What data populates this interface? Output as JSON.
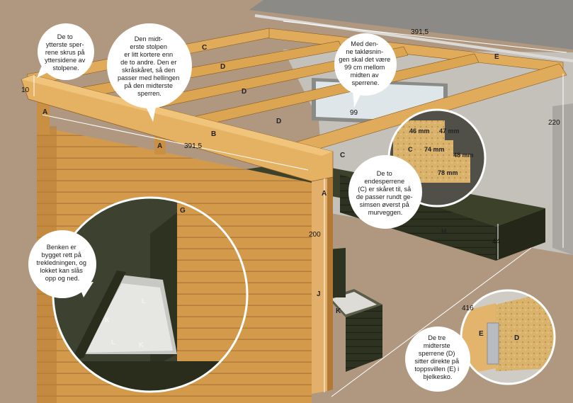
{
  "labels": {
    "a": "A",
    "b": "B",
    "c": "C",
    "d": "D",
    "e": "E",
    "g": "G",
    "h": "H",
    "j": "J",
    "k": "K",
    "l": "L"
  },
  "dimensions": {
    "top_width": "391,5",
    "front_width": "391,5",
    "overhang": "10",
    "spacing": "99",
    "wall_height": "220",
    "post_height": "200",
    "depth": "416",
    "bench_height": "44"
  },
  "callouts": {
    "outer_rafters": [
      "De to",
      "ytterste sper-",
      "rene skrus på",
      "yttersidene av",
      "stolpene."
    ],
    "middle_post": [
      "Den midt-",
      "erste stolpen",
      "er litt kortere enn",
      "de to andre. Den er",
      "skråskåret, så den",
      "passer med hellingen",
      "på den midterste",
      "sperren."
    ],
    "roof_spacing": [
      "Med den-",
      "ne takløsnin-",
      "gen skal det være",
      "99 cm mellom",
      "midten av",
      "sperrene."
    ],
    "end_rafters": [
      "De to",
      "endesperrene",
      "(C) er skåret til, så",
      "de passer rundt ge-",
      "simsen øverst på",
      "murveggen."
    ],
    "bench": [
      "Benken er",
      "bygget rett på",
      "trekledningen, og",
      "lokket kan slås",
      "opp og ned."
    ],
    "joist_hangers": [
      "De tre",
      "midterste",
      "sperrene (D)",
      "sitter direkte på",
      "toppsvillen (E) i",
      "bjelkesko."
    ]
  },
  "end_rafter_detail": {
    "d1": "46 mm",
    "d2": "47 mm",
    "d3": "74 mm",
    "d4": "48 mm",
    "d5": "78 mm"
  },
  "colors": {
    "wood": "#d39a4c",
    "wood_dark": "#a8732f",
    "beam": "#e0ab5a",
    "dark_stain": "#2e3220",
    "ground": "#b09880",
    "wall": "#c4c1bb",
    "bubble": "#ffffff"
  }
}
